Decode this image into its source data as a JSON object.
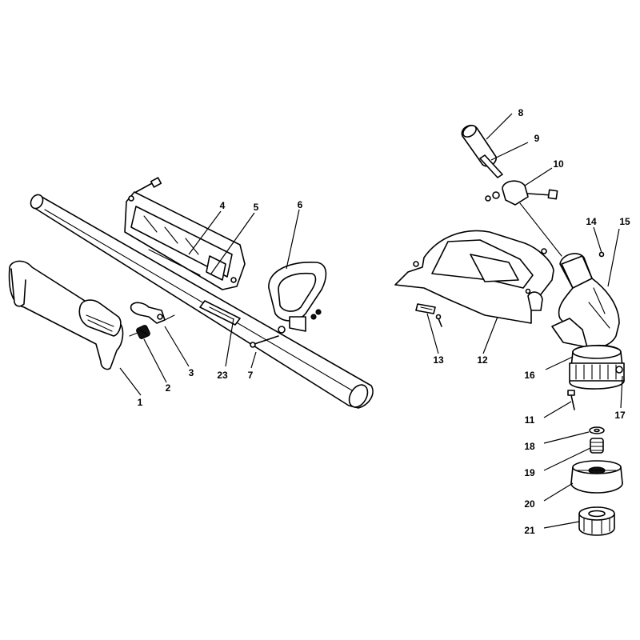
{
  "callouts": {
    "c1": "1",
    "c2": "2",
    "c3": "3",
    "c4": "4",
    "c5": "5",
    "c6": "6",
    "c7": "7",
    "c8": "8",
    "c9": "9",
    "c10": "10",
    "c11": "11",
    "c12": "12",
    "c13": "13",
    "c14": "14",
    "c15": "15",
    "c16": "16",
    "c17": "17",
    "c18": "18",
    "c19": "19",
    "c20": "20",
    "c21": "21",
    "c23": "23"
  },
  "colors": {
    "line": "#000000",
    "background": "#ffffff",
    "shade": "#cfcfcf",
    "fill_dark": "#111111"
  }
}
